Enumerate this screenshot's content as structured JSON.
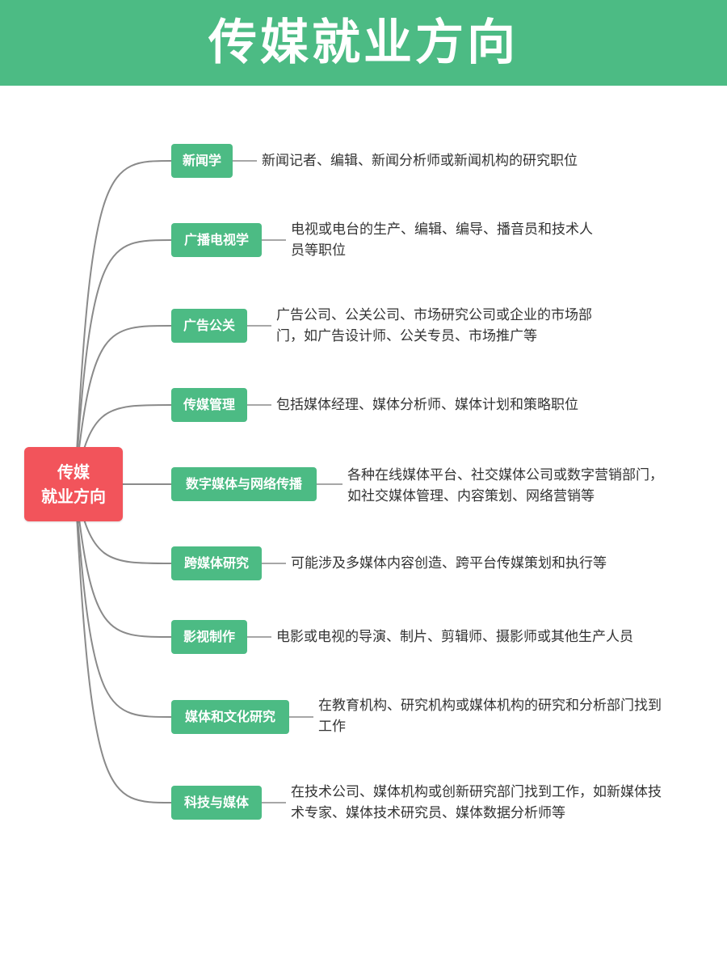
{
  "header": {
    "title": "传媒就业方向"
  },
  "root": {
    "line1": "传媒",
    "line2": "就业方向"
  },
  "branches": [
    {
      "label": "新闻学",
      "desc": [
        "新闻记者、编辑、新闻分析师或新闻机构的研究职位"
      ]
    },
    {
      "label": "广播电视学",
      "desc": [
        "电视或电台的生产、编辑、编导、播音员和技术人",
        "员等职位"
      ]
    },
    {
      "label": "广告公关",
      "desc": [
        "广告公司、公关公司、市场研究公司或企业的市场部",
        "门，如广告设计师、公关专员、市场推广等"
      ]
    },
    {
      "label": "传媒管理",
      "desc": [
        "包括媒体经理、媒体分析师、媒体计划和策略职位"
      ]
    },
    {
      "label": "数字媒体与网络传播",
      "desc": [
        "各种在线媒体平台、社交媒体公司或数字营销部门，",
        "如社交媒体管理、内容策划、网络营销等"
      ]
    },
    {
      "label": "跨媒体研究",
      "desc": [
        "可能涉及多媒体内容创造、跨平台传媒策划和执行等"
      ]
    },
    {
      "label": "影视制作",
      "desc": [
        "电影或电视的导演、制片、剪辑师、摄影师或其他生产人员"
      ]
    },
    {
      "label": "媒体和文化研究",
      "desc": [
        "在教育机构、研究机构或媒体机构的研究和分析部门找到",
        "工作"
      ]
    },
    {
      "label": "科技与媒体",
      "desc": [
        "在技术公司、媒体机构或创新研究部门找到工作，如新媒体技",
        "术专家、媒体技术研究员、媒体数据分析师等"
      ]
    }
  ],
  "colors": {
    "accent": "#4cbb84",
    "root": "#f2545b",
    "text": "#333333",
    "connector": "#8a8a8a"
  }
}
